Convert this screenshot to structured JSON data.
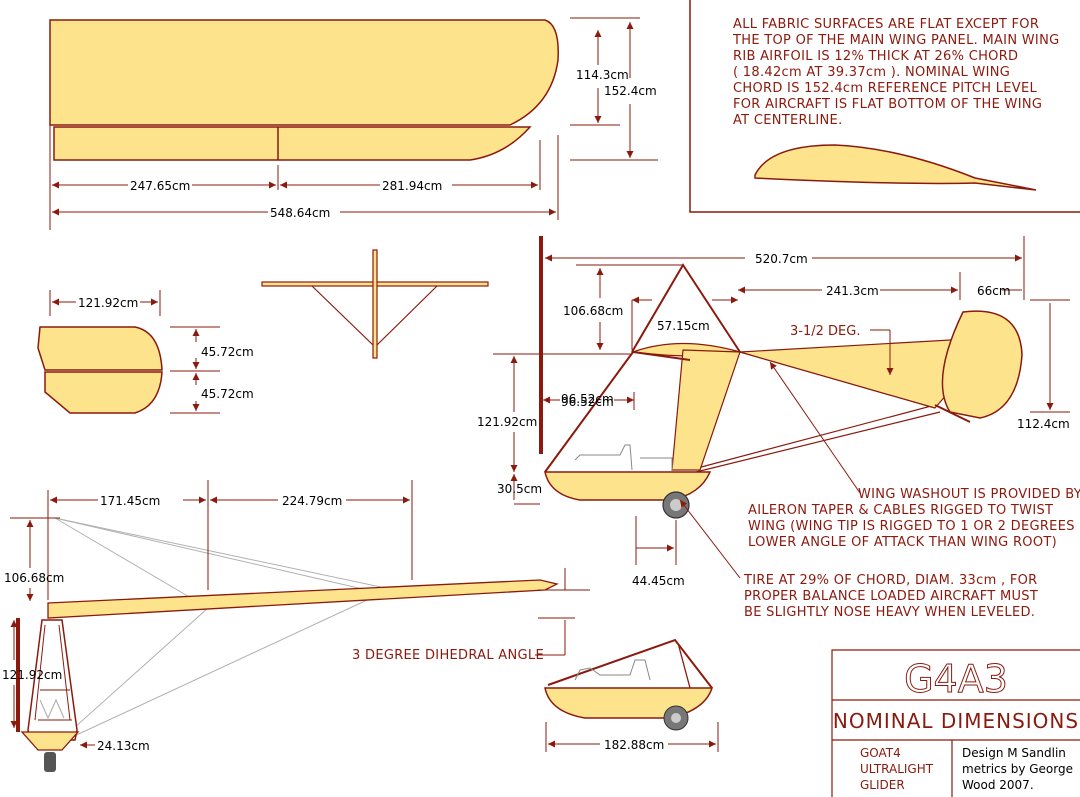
{
  "dimensions": {
    "wing_tip_depth": "114.3cm",
    "wing_chord": "152.4cm",
    "inner_panel": "247.65cm",
    "outer_panel": "281.94cm",
    "half_span": "548.64cm",
    "tail_span": "121.92cm",
    "tail_upper": "45.72cm",
    "tail_lower": "45.72cm",
    "overall_length": "520.7cm",
    "tail_arm": "241.3cm",
    "fin_width": "66cm",
    "pylon_height": "106.68cm",
    "pylon_base": "57.15cm",
    "incidence": "3-1/2 DEG.",
    "seat_offset_a": "96.52cm",
    "seat_offset_b": "96.52cm",
    "fuselage_height": "121.92cm",
    "rudder_height": "112.4cm",
    "skid_height": "30.5cm",
    "wheel_offset": "44.45cm",
    "front_strut_a": "171.45cm",
    "front_strut_b": "224.79cm",
    "front_pylon_height": "106.68cm",
    "front_fuselage_height": "121.92cm",
    "front_base_width": "24.13cm",
    "plan_length": "182.88cm"
  },
  "notes": {
    "fabric_lines": [
      "ALL FABRIC SURFACES ARE FLAT EXCEPT FOR",
      "THE TOP OF THE MAIN WING PANEL. MAIN WING",
      "RIB AIRFOIL IS 12% THICK AT 26% CHORD",
      "(   18.42cm  AT  39.37cm    ).  NOMINAL WING",
      "CHORD IS  152.4cm      REFERENCE  PITCH LEVEL",
      "FOR AIRCRAFT IS FLAT BOTTOM OF THE WING",
      "AT CENTERLINE."
    ],
    "washout_lines": [
      "WING WASHOUT IS PROVIDED BY",
      "AILERON TAPER & CABLES RIGGED TO TWIST",
      "WING (WING TIP IS RIGGED TO 1 OR 2 DEGREES",
      "LOWER ANGLE OF ATTACK THAN WING ROOT)"
    ],
    "tire_lines": [
      "TIRE AT 29% OF CHORD, DIAM. 33cm , FOR",
      "PROPER BALANCE LOADED AIRCRAFT MUST",
      "BE SLIGHTLY NOSE HEAVY WHEN LEVELED."
    ],
    "dihedral": "3 DEGREE DIHEDRAL ANGLE"
  },
  "title_block": {
    "model": "G4A3",
    "subtitle": "NOMINAL DIMENSIONS",
    "type_lines": [
      "GOAT4",
      "ULTRALIGHT",
      "GLIDER"
    ],
    "credit_lines": [
      "Design M Sandlin",
      "metrics by George",
      "Wood 2007."
    ]
  },
  "colors": {
    "fabric": "#fde48c",
    "outline": "#8b1a0e",
    "dimension_line": "#000000",
    "cable": "#a9a9a9"
  }
}
